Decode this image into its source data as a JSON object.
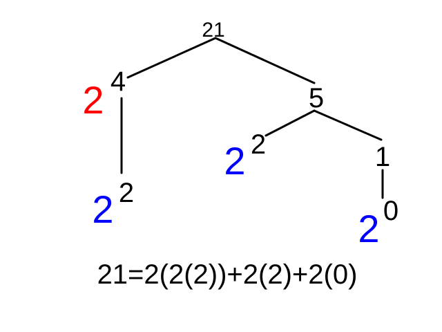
{
  "colors": {
    "text": "#000000",
    "edge": "#000000",
    "highlight_base": "#ff0000",
    "base": "#0000ff"
  },
  "root": {
    "label": "21"
  },
  "left": {
    "base": "2",
    "exponent": "4",
    "child": {
      "base": "2",
      "exponent": "2"
    }
  },
  "right": {
    "label": "5",
    "left": {
      "base": "2",
      "exponent": "2"
    },
    "right": {
      "label": "1",
      "child": {
        "base": "2",
        "exponent": "0"
      }
    }
  },
  "formula": "21=2(2(2))+2(2)+2(0)"
}
